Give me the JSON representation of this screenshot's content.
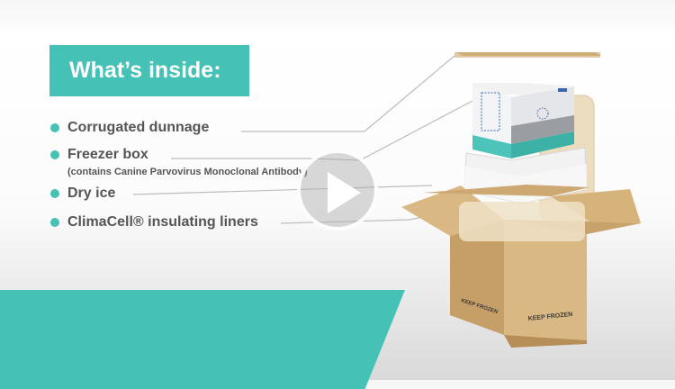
{
  "title": "What’s inside:",
  "items": [
    {
      "label": "Corrugated dunnage"
    },
    {
      "label": "Freezer box",
      "sub": "(contains Canine Parvovirus Monoclonal Antibody)"
    },
    {
      "label": "Dry ice"
    },
    {
      "label": "ClimaCell® insulating liners"
    }
  ],
  "box_labels": {
    "front": "KEEP FROZEN",
    "side": "KEEP FROZEN"
  },
  "colors": {
    "accent": "#46c1b5",
    "cardboard": "#d9b884",
    "text": "#555555"
  },
  "player": {
    "icon": "play-icon"
  }
}
